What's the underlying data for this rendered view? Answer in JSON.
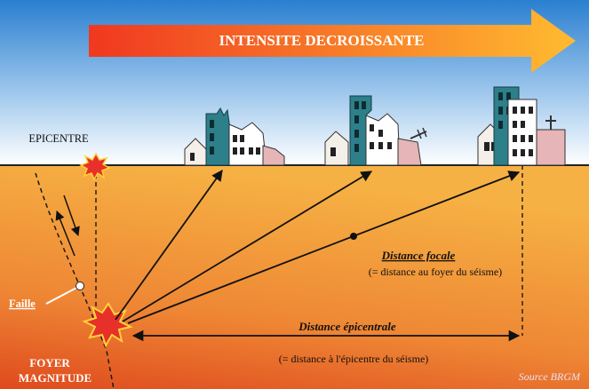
{
  "banner": {
    "text": "INTENSITE DECROISSANTE"
  },
  "labels": {
    "epicentre": "EPICENTRE",
    "faille": "Faille",
    "foyer": "FOYER",
    "magnitude": "MAGNITUDE",
    "distance_focale": "Distance focale",
    "distance_focale_def": "(= distance au foyer du séisme)",
    "distance_epicentrale": "Distance épicentrale",
    "distance_epicentrale_def": "(= distance à l'épicentre du séisme)",
    "source": "Source BRGM"
  },
  "colors": {
    "sky_top": "#2a7fd0",
    "sky_bottom": "#ffffff",
    "ground_top": "#f6b144",
    "ground_bottom": "#df4a1e",
    "arrow_start": "#f03820",
    "arrow_end": "#ffbb30",
    "building_teal": "#2d7f8a",
    "building_pink": "#e6b5b7"
  }
}
